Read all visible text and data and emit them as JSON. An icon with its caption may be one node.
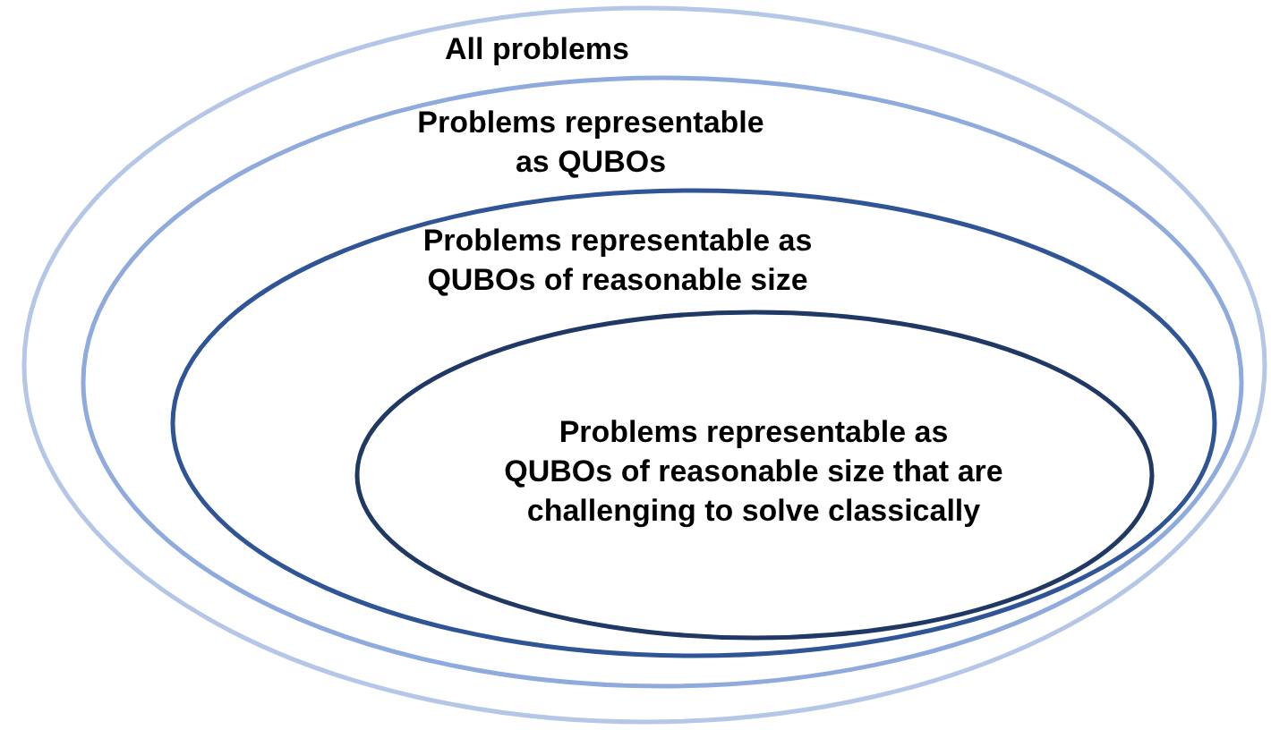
{
  "diagram": {
    "nodes": [
      {
        "text": [
          "All problems"
        ]
      },
      {
        "text": [
          "Problems representable as QUBOs"
        ],
        "in": 0
      },
      {
        "text": [
          "Problems representable as QUBOs of reasonable size"
        ],
        "in": 1
      },
      {
        "text": [
          "Problems representable as QUBOs of reasonable size that are challenging to solve classically"
        ],
        "in": 2
      }
    ]
  }
}
